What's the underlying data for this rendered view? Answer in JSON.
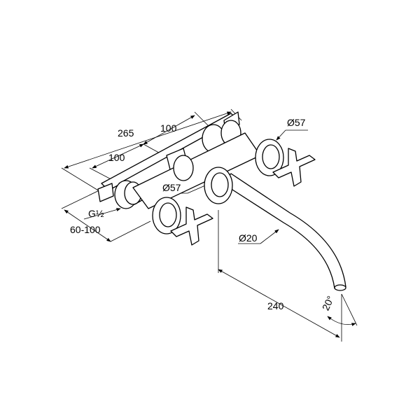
{
  "title": "Wall-mounted three-hole basin mixer dimension drawing",
  "dimensions": {
    "overall_width": "265",
    "center_spacing_upper": "100",
    "center_spacing_lower": "100",
    "escutcheon_top": "Ø57",
    "escutcheon_mid": "Ø57",
    "connection": "G½",
    "wall_depth": "60-100",
    "spout_diameter": "Ø20",
    "spout_projection": "240",
    "spout_angle": "20°"
  }
}
